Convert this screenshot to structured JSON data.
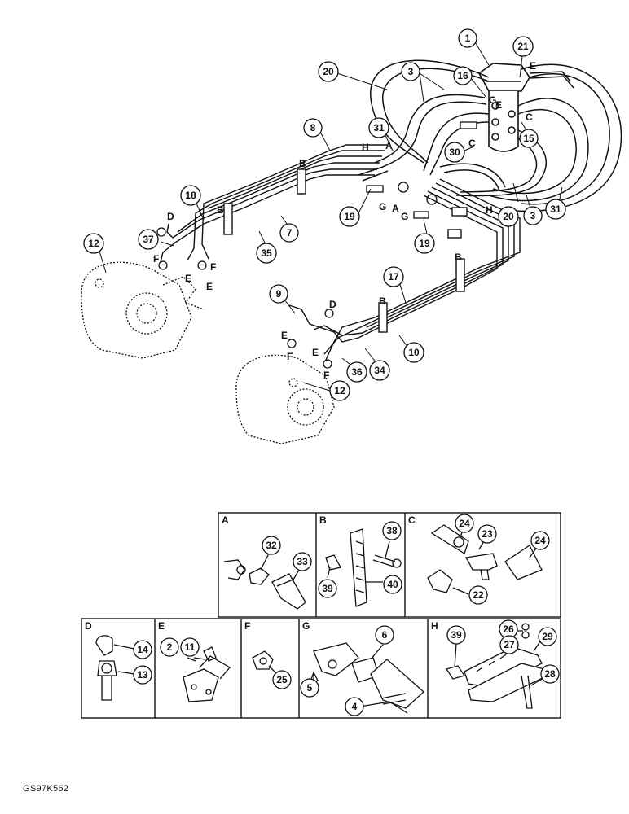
{
  "figure_code": "GS97K562",
  "main_callouts": [
    {
      "id": "c1",
      "label": "1"
    },
    {
      "id": "c3a",
      "label": "3"
    },
    {
      "id": "c3b",
      "label": "3"
    },
    {
      "id": "c7",
      "label": "7"
    },
    {
      "id": "c8",
      "label": "8"
    },
    {
      "id": "c9",
      "label": "9"
    },
    {
      "id": "c10",
      "label": "10"
    },
    {
      "id": "c12a",
      "label": "12"
    },
    {
      "id": "c12b",
      "label": "12"
    },
    {
      "id": "c15",
      "label": "15"
    },
    {
      "id": "c16",
      "label": "16"
    },
    {
      "id": "c17",
      "label": "17"
    },
    {
      "id": "c18",
      "label": "18"
    },
    {
      "id": "c19a",
      "label": "19"
    },
    {
      "id": "c19b",
      "label": "19"
    },
    {
      "id": "c20a",
      "label": "20"
    },
    {
      "id": "c20b",
      "label": "20"
    },
    {
      "id": "c21",
      "label": "21"
    },
    {
      "id": "c30",
      "label": "30"
    },
    {
      "id": "c31a",
      "label": "31"
    },
    {
      "id": "c31b",
      "label": "31"
    },
    {
      "id": "c34",
      "label": "34"
    },
    {
      "id": "c35",
      "label": "35"
    },
    {
      "id": "c36",
      "label": "36"
    },
    {
      "id": "c37",
      "label": "37"
    }
  ],
  "main_letters": [
    {
      "id": "lA1",
      "text": "A"
    },
    {
      "id": "lA2",
      "text": "A"
    },
    {
      "id": "lB1",
      "text": "B"
    },
    {
      "id": "lB2",
      "text": "B"
    },
    {
      "id": "lB3",
      "text": "B"
    },
    {
      "id": "lB4",
      "text": "B"
    },
    {
      "id": "lC1",
      "text": "C"
    },
    {
      "id": "lC2",
      "text": "C"
    },
    {
      "id": "lD1",
      "text": "D"
    },
    {
      "id": "lD2",
      "text": "D"
    },
    {
      "id": "lE1",
      "text": "E"
    },
    {
      "id": "lE2",
      "text": "E"
    },
    {
      "id": "lE3",
      "text": "E"
    },
    {
      "id": "lE4",
      "text": "E"
    },
    {
      "id": "lE5",
      "text": "E"
    },
    {
      "id": "lE6",
      "text": "E"
    },
    {
      "id": "lF1",
      "text": "F"
    },
    {
      "id": "lF2",
      "text": "F"
    },
    {
      "id": "lF3",
      "text": "F"
    },
    {
      "id": "lF4",
      "text": "F"
    },
    {
      "id": "lG1",
      "text": "G"
    },
    {
      "id": "lG2",
      "text": "G"
    },
    {
      "id": "lG3",
      "text": "G"
    },
    {
      "id": "lH1",
      "text": "H"
    },
    {
      "id": "lH2",
      "text": "H"
    }
  ],
  "detail_panels": [
    {
      "id": "A",
      "letter": "A",
      "callouts": [
        "32",
        "33"
      ]
    },
    {
      "id": "B",
      "letter": "B",
      "callouts": [
        "38",
        "39",
        "40"
      ]
    },
    {
      "id": "C",
      "letter": "C",
      "callouts": [
        "24",
        "23",
        "24",
        "22"
      ]
    },
    {
      "id": "D",
      "letter": "D",
      "callouts": [
        "14",
        "13"
      ]
    },
    {
      "id": "E",
      "letter": "E",
      "callouts": [
        "2",
        "11"
      ]
    },
    {
      "id": "F",
      "letter": "F",
      "callouts": [
        "25"
      ]
    },
    {
      "id": "G",
      "letter": "G",
      "callouts": [
        "6",
        "5",
        "4"
      ]
    },
    {
      "id": "H",
      "letter": "H",
      "callouts": [
        "39",
        "26",
        "27",
        "29",
        "28"
      ]
    }
  ]
}
